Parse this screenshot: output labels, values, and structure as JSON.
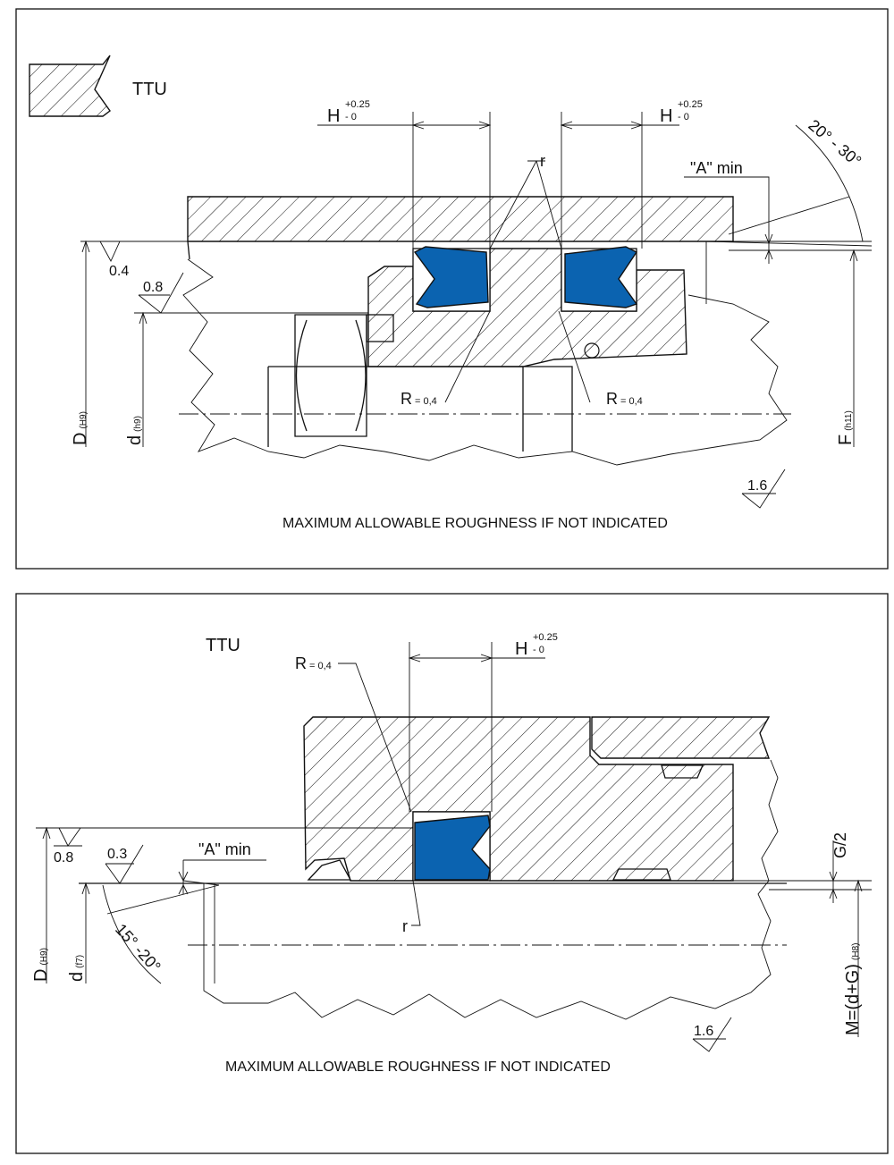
{
  "colors": {
    "seal": "#0b63b0",
    "line": "#111111",
    "background": "#ffffff"
  },
  "top_panel": {
    "profile_label": "TTU",
    "dim_H_left": {
      "main": "H",
      "upper": "+0.25",
      "lower": "- 0"
    },
    "dim_H_right": {
      "main": "H",
      "upper": "+0.25",
      "lower": "- 0"
    },
    "label_r": "r",
    "label_A_min": "\"A\" min",
    "angle": "20° - 30°",
    "roughness_D": "0.4",
    "roughness_d": "0.8",
    "radius_left": {
      "main": "R",
      "sub": "= 0,4"
    },
    "radius_right": {
      "main": "R",
      "sub": "= 0,4"
    },
    "dia_D": {
      "main": "D",
      "sub": "(H9)"
    },
    "dia_d": {
      "main": "d",
      "sub": "(h9)"
    },
    "dia_F": {
      "main": "F",
      "sub": "(h11)"
    },
    "roughness_default": "1.6",
    "note": "MAXIMUM ALLOWABLE ROUGHNESS IF NOT INDICATED"
  },
  "bottom_panel": {
    "profile_label": "TTU",
    "radius": {
      "main": "R",
      "sub": "= 0,4"
    },
    "dim_H": {
      "main": "H",
      "upper": "+0.25",
      "lower": "- 0"
    },
    "label_A_min": "\"A\" min",
    "roughness_D": "0.8",
    "roughness_d": "0.3",
    "angle": "15° -20°",
    "label_G2": "G/2",
    "label_r": "r",
    "dia_D": {
      "main": "D",
      "sub": "(H9)"
    },
    "dia_d": {
      "main": "d",
      "sub": "(f7)"
    },
    "dia_M": {
      "main": "M=(d+G)",
      "sub": "(H8)"
    },
    "roughness_default": "1.6",
    "note": "MAXIMUM ALLOWABLE ROUGHNESS IF NOT INDICATED"
  }
}
